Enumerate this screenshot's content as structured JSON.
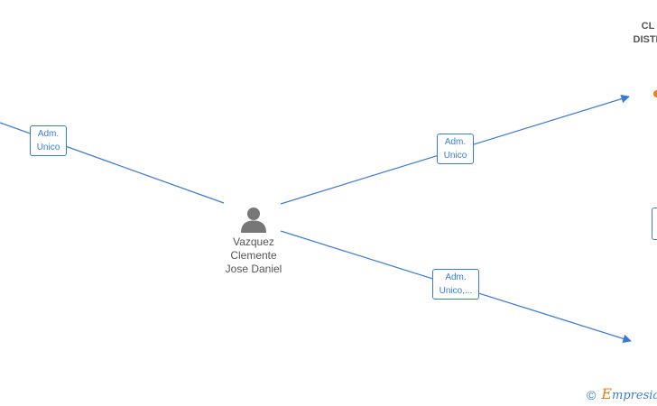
{
  "colors": {
    "edge": "#3a7bd5",
    "node_text": "#555555",
    "person_icon": "#777777",
    "accent": "#f07d1a"
  },
  "person": {
    "icon": "person-icon",
    "name_lines": [
      "Vazquez",
      "Clemente",
      "Jose Daniel"
    ]
  },
  "company": {
    "name_lines": [
      "CL",
      "DISTR"
    ]
  },
  "edges": [
    {
      "label_lines": [
        "Adm.",
        "Unico"
      ]
    },
    {
      "label_lines": [
        "Adm.",
        "Unico"
      ]
    },
    {
      "label_lines": [
        "Adm.",
        "Unico,..."
      ]
    }
  ],
  "watermark": {
    "copyright": "©",
    "brand_initial": "E",
    "brand_rest": "mpresia"
  }
}
